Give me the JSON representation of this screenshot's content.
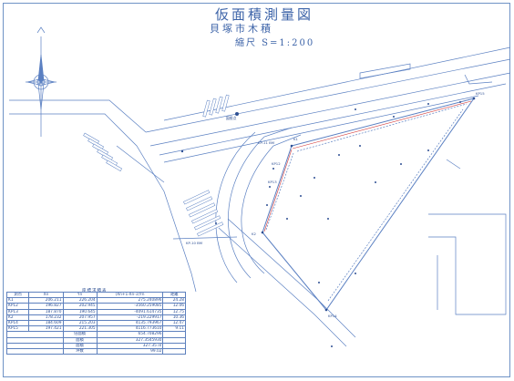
{
  "header": {
    "title": "仮面積測量図",
    "location": "貝塚市木積",
    "scale": "縮尺 S=1:200"
  },
  "map_labels": {
    "bench_mark": "図根点",
    "ref_a": "KP-11 BM",
    "ref_b": "KP-10 BM",
    "point_1": "K1",
    "point_2": "KP12",
    "point_3": "KP13",
    "point_4": "K2",
    "point_5": "KP14",
    "point_6": "KP15"
  },
  "table": {
    "title": "座標求積表",
    "headers": [
      "測点",
      "Xn",
      "Yn",
      "(Xn+1-Xn-1)Yn",
      "距離"
    ],
    "rows": [
      {
        "pt": "K1",
        "x": "206.211",
        "y": "226.204",
        "xy": "275.240896",
        "d": "24.28"
      },
      {
        "pt": "KP12",
        "x": "196.827",
        "y": "202.945",
        "xy": "-3560.259085",
        "d": "12.06"
      },
      {
        "pt": "KP13",
        "x": "187.870",
        "y": "190.645",
        "xy": "-4091.614735",
        "d": "12.75"
      },
      {
        "pt": "K2",
        "x": "178.232",
        "y": "207.957",
        "xy": "-219.229917",
        "d": "10.36"
      },
      {
        "pt": "KP14",
        "x": "184.609",
        "y": "215.203",
        "xy": "4135.793967",
        "d": "12.47"
      },
      {
        "pt": "KP15",
        "x": "197.421",
        "y": "221.305",
        "xy": "4116.773610",
        "d": "9.11"
      }
    ],
    "summary": [
      {
        "label": "倍面積",
        "value": "654.708296"
      },
      {
        "label": "面積",
        "value": "327.3545930"
      },
      {
        "label": "面積",
        "value": "327.35 ㎡"
      },
      {
        "label": "坪数",
        "value": "99.02"
      }
    ]
  },
  "colors": {
    "line": "#5b80c2",
    "boundary_red": "#d23a3a",
    "header": "#3c63a8"
  },
  "icons": {
    "compass": "north-arrow-compass-rose"
  }
}
